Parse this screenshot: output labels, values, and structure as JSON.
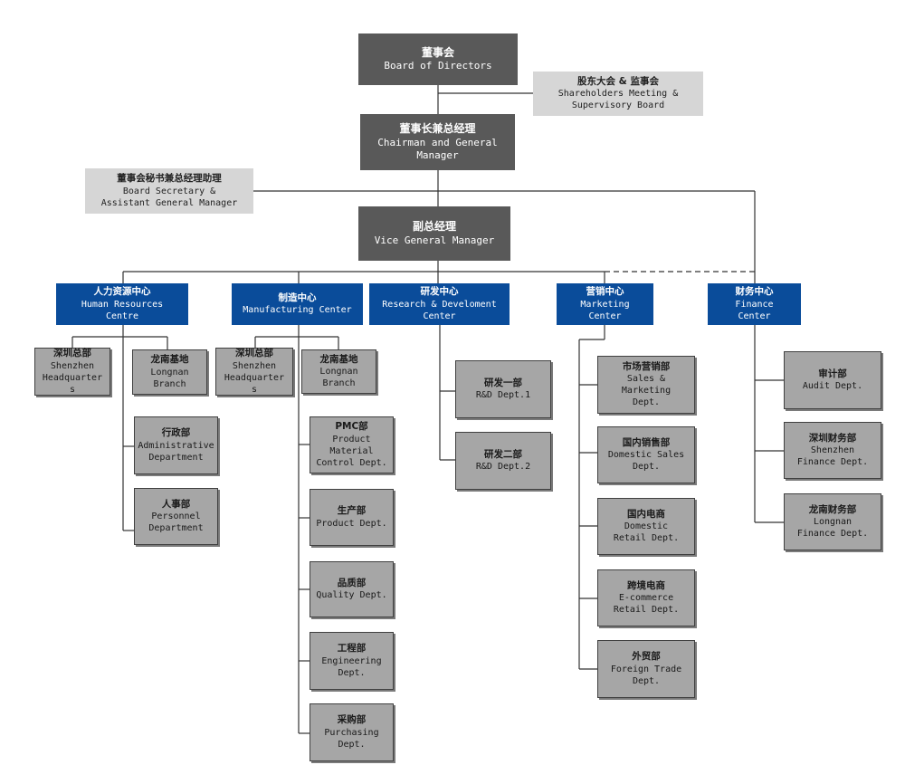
{
  "board": {
    "zh": "董事会",
    "en": "Board of Directors"
  },
  "shareholders": {
    "zh": "股东大会 & 监事会",
    "en1": "Shareholders Meeting &",
    "en2": "Supervisory Board"
  },
  "chairman": {
    "zh": "董事长兼总经理",
    "en1": "Chairman and General",
    "en2": "Manager"
  },
  "secretary": {
    "zh": "董事会秘书兼总经理助理",
    "en1": "Board Secretary &",
    "en2": "Assistant General Manager"
  },
  "vgm": {
    "zh": "副总经理",
    "en": "Vice General Manager"
  },
  "hr": {
    "zh": "人力资源中心",
    "en1": "Human Resources",
    "en2": "Centre",
    "shenzhen": {
      "zh": "深圳总部",
      "en1": "Shenzhen",
      "en2": "Headquarter",
      "en3": "s"
    },
    "longnan": {
      "zh": "龙南基地",
      "en1": "Longnan",
      "en2": "Branch"
    },
    "admin": {
      "zh": "行政部",
      "en1": "Administrative",
      "en2": "Department"
    },
    "personnel": {
      "zh": "人事部",
      "en1": "Personnel",
      "en2": "Department"
    }
  },
  "mfg": {
    "zh": "制造中心",
    "en": "Manufacturing Center",
    "shenzhen": {
      "zh": "深圳总部",
      "en1": "Shenzhen",
      "en2": "Headquarter",
      "en3": "s"
    },
    "longnan": {
      "zh": "龙南基地",
      "en1": "Longnan",
      "en2": "Branch"
    },
    "pmc": {
      "zh": "PMC部",
      "en1": "Product",
      "en2": "Material",
      "en3": "Control Dept."
    },
    "production": {
      "zh": "生产部",
      "en": "Product Dept."
    },
    "quality": {
      "zh": "品质部",
      "en": "Quality Dept."
    },
    "engineering": {
      "zh": "工程部",
      "en1": "Engineering",
      "en2": "Dept."
    },
    "purchasing": {
      "zh": "采购部",
      "en1": "Purchasing",
      "en2": "Dept."
    }
  },
  "rd": {
    "zh": "研发中心",
    "en1": "Research & Develoment",
    "en2": "Center",
    "dept1": {
      "zh": "研发一部",
      "en": "R&D Dept.1"
    },
    "dept2": {
      "zh": "研发二部",
      "en": "R&D Dept.2"
    }
  },
  "mkt": {
    "zh": "营销中心",
    "en1": "Marketing",
    "en2": "Center",
    "sales": {
      "zh": "市场营销部",
      "en1": "Sales &",
      "en2": "Marketing",
      "en3": "Dept."
    },
    "domestic": {
      "zh": "国内销售部",
      "en1": "Domestic Sales",
      "en2": "Dept."
    },
    "retail": {
      "zh": "国内电商",
      "en1": "Domestic",
      "en2": "Retail Dept."
    },
    "ecommerce": {
      "zh": "跨境电商",
      "en1": "E-commerce",
      "en2": "Retail Dept."
    },
    "foreign": {
      "zh": "外贸部",
      "en1": "Foreign Trade",
      "en2": "Dept."
    }
  },
  "fin": {
    "zh": "财务中心",
    "en1": "Finance",
    "en2": "Center",
    "audit": {
      "zh": "审计部",
      "en": "Audit Dept."
    },
    "shenzhen": {
      "zh": "深圳财务部",
      "en1": "Shenzhen",
      "en2": "Finance Dept."
    },
    "longnan": {
      "zh": "龙南财务部",
      "en1": "Longnan",
      "en2": "Finance Dept."
    }
  },
  "colors": {
    "dark": "#595959",
    "light": "#d6d6d6",
    "blue": "#0a4c9a",
    "grey": "#a6a6a6",
    "line": "#333333"
  }
}
